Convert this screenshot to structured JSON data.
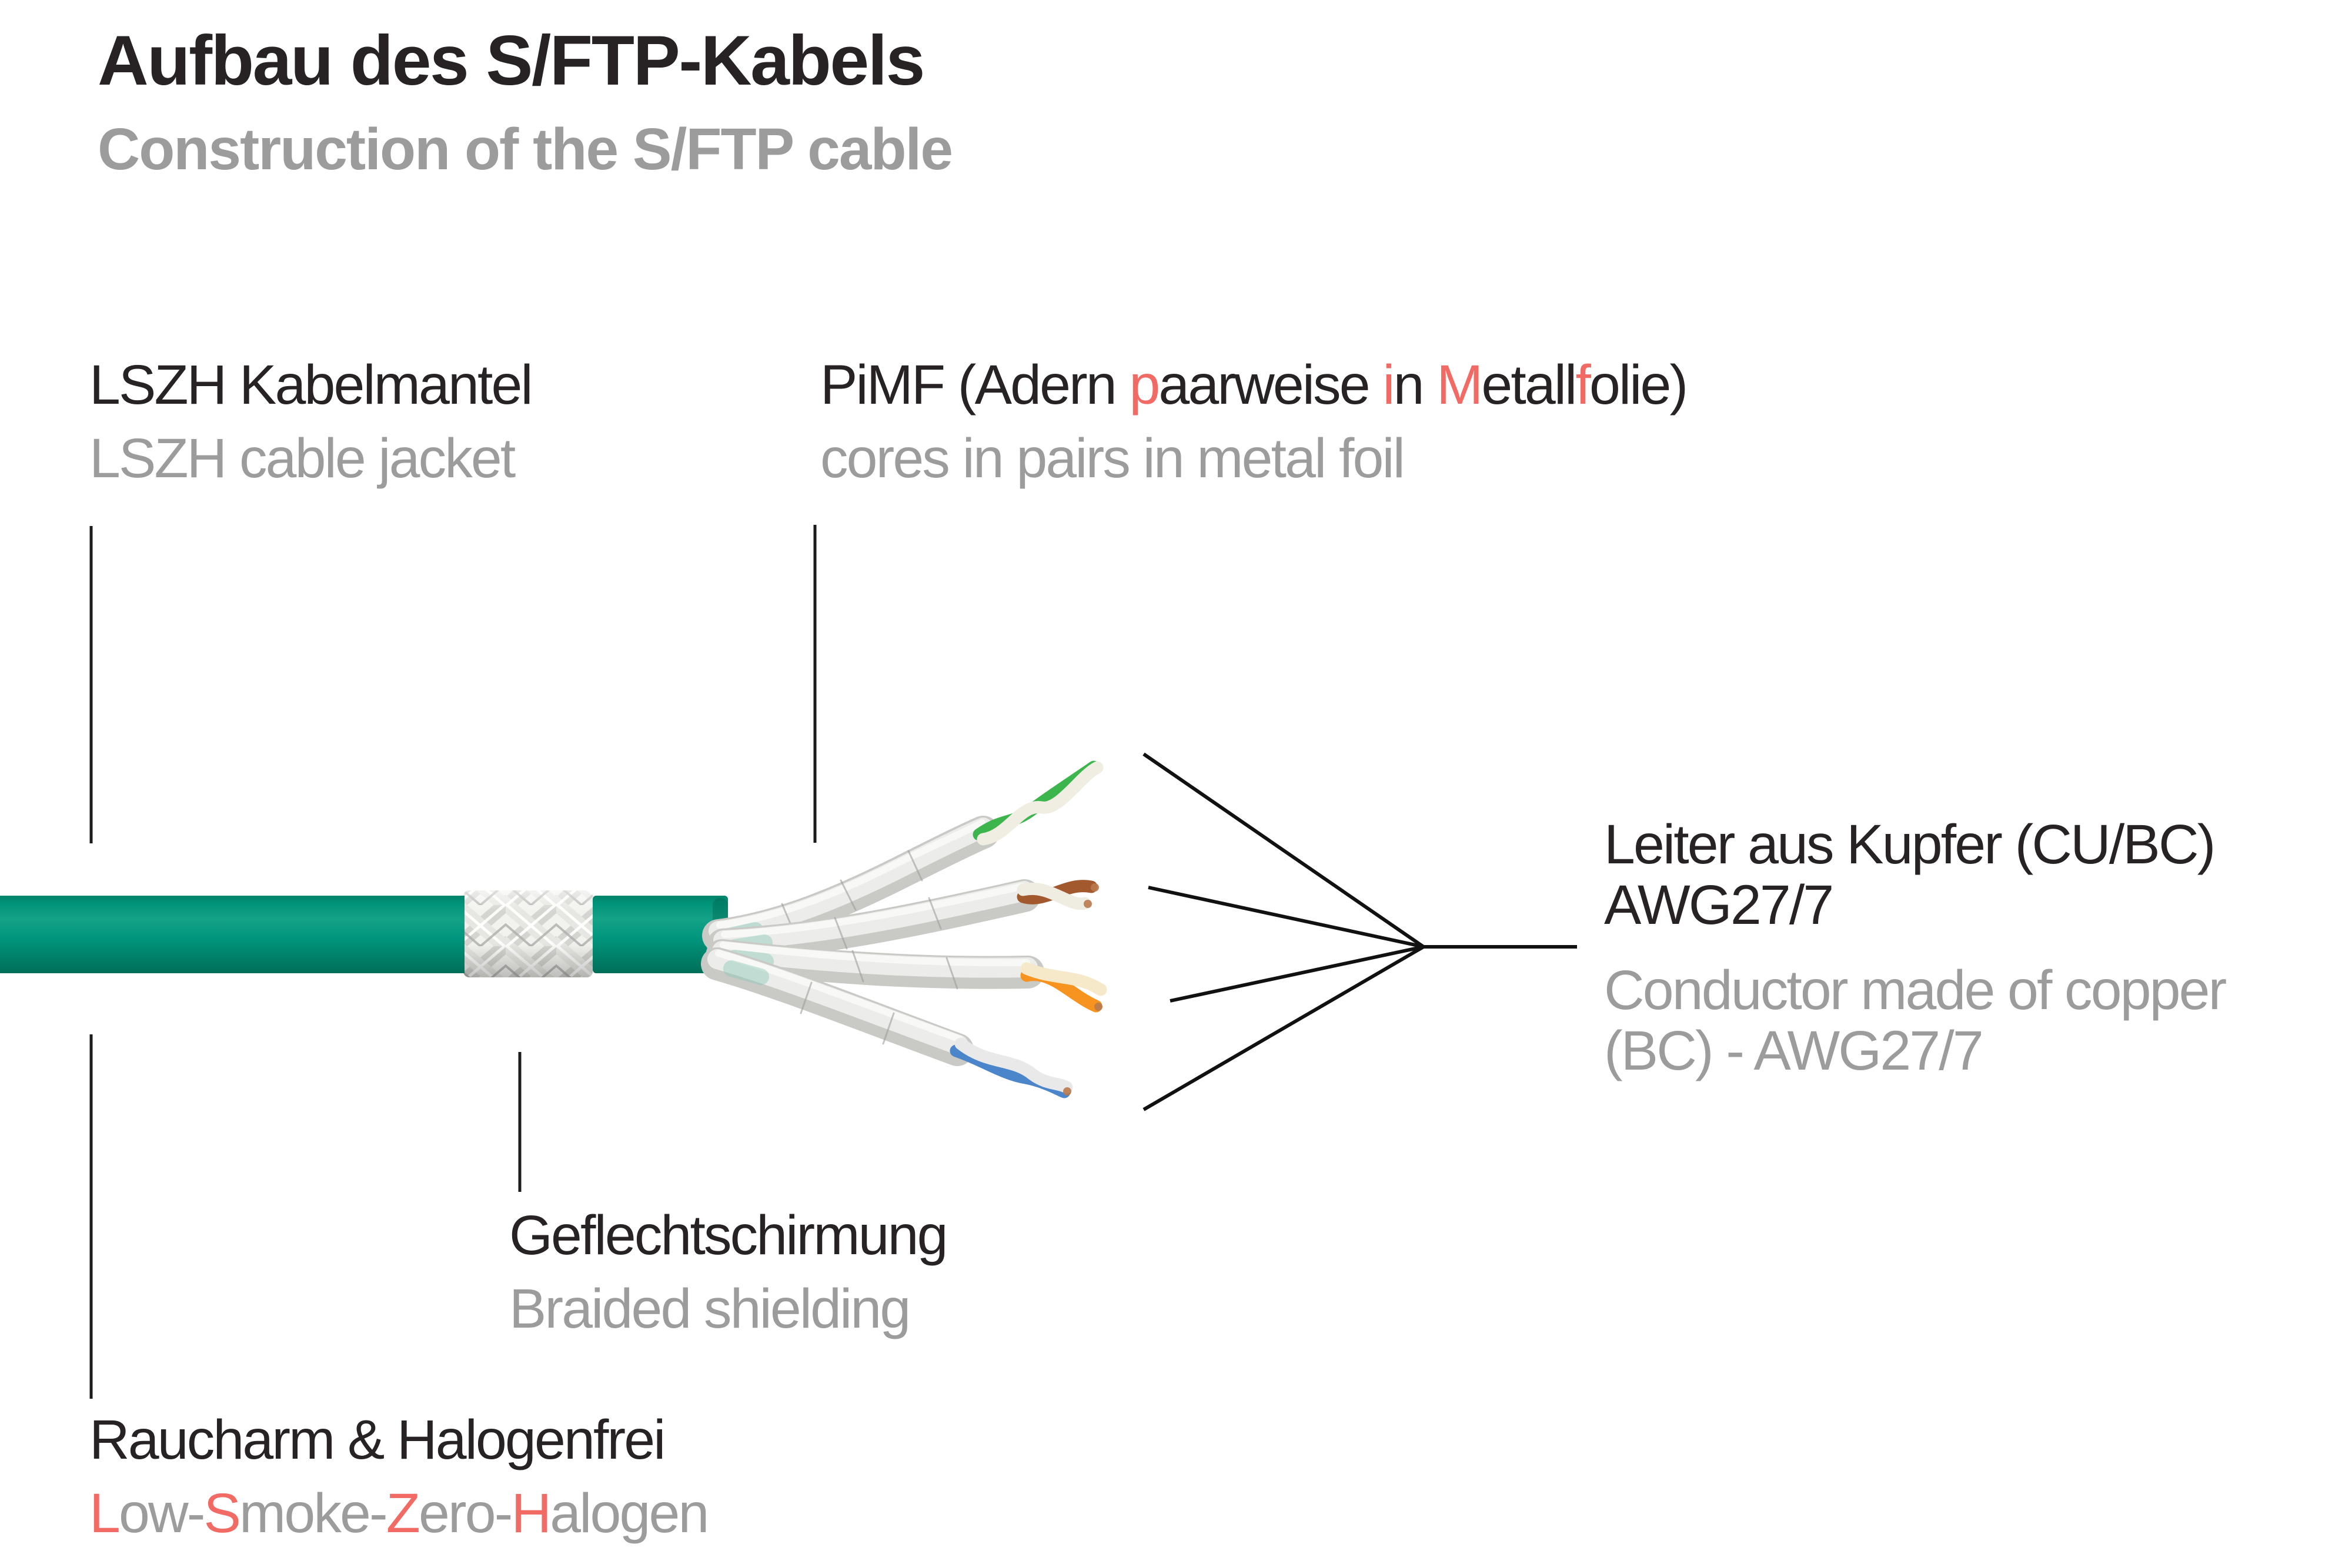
{
  "header": {
    "title_de": "Aufbau des S/FTP-Kabels",
    "title_en": "Construction of the S/FTP cable"
  },
  "annotations": {
    "jacket": {
      "de": "LSZH Kabelmantel",
      "en": "LSZH cable jacket"
    },
    "pimf": {
      "de_parts": [
        {
          "t": "PiMF (Adern ",
          "c": "black"
        },
        {
          "t": "p",
          "c": "red"
        },
        {
          "t": "aarweise ",
          "c": "black"
        },
        {
          "t": "i",
          "c": "red"
        },
        {
          "t": "n ",
          "c": "black"
        },
        {
          "t": "M",
          "c": "red"
        },
        {
          "t": "etall",
          "c": "black"
        },
        {
          "t": "f",
          "c": "red"
        },
        {
          "t": "olie)",
          "c": "black"
        }
      ],
      "en": "cores in pairs in metal foil"
    },
    "braid": {
      "de": "Geflechtschirmung",
      "en": "Braided shielding"
    },
    "conductor": {
      "de_line1": "Leiter aus Kupfer (CU/BC)",
      "de_line2": "AWG27/7",
      "en_line1": "Conductor made of copper",
      "en_line2": "(BC) - AWG27/7"
    },
    "halogen": {
      "de": "Raucharm & Halogenfrei",
      "en_parts": [
        {
          "t": "L",
          "c": "red"
        },
        {
          "t": "ow-",
          "c": "gray"
        },
        {
          "t": "S",
          "c": "red"
        },
        {
          "t": "moke-",
          "c": "gray"
        },
        {
          "t": "Z",
          "c": "red"
        },
        {
          "t": "ero-",
          "c": "gray"
        },
        {
          "t": "H",
          "c": "red"
        },
        {
          "t": "alogen",
          "c": "gray"
        }
      ]
    }
  },
  "cable": {
    "pair_colors": [
      "green",
      "brown",
      "orange",
      "blue"
    ]
  },
  "colors": {
    "text_black": "#272324",
    "text_gray": "#9c9c9c",
    "accent_red": "#f16a64",
    "leader_line": "#1c1c1c",
    "jacket_green": "#009379",
    "jacket_green_light": "#15a287",
    "jacket_green_dark": "#006e58",
    "braid_silver": "#d4d4d0",
    "foil_silver": "#c9c9c6",
    "wire_green": "#3cb54d",
    "wire_brown": "#a2592e",
    "wire_orange": "#f79420",
    "wire_blue": "#4a86c9",
    "wire_white": "#f0ede2",
    "copper": "#b97a4e"
  }
}
